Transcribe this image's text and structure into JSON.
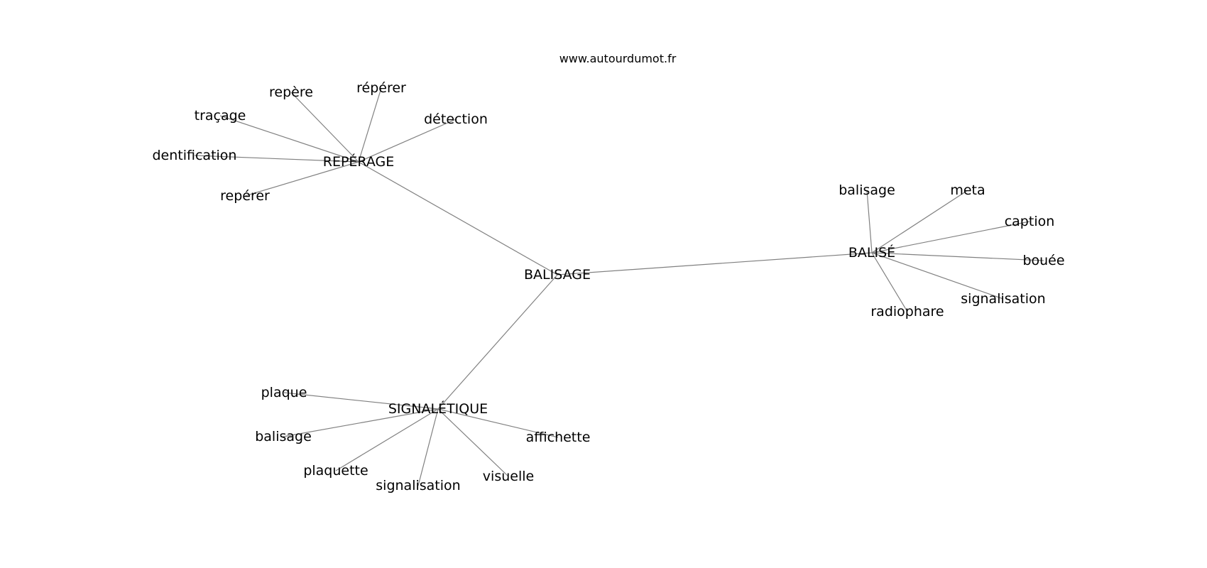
{
  "source": "www.autourdumot.fr",
  "colors": {
    "edge": "#808080",
    "text": "#000000",
    "background": "#ffffff"
  },
  "graph": {
    "center": "BALISAGE",
    "clusters": [
      {
        "hub": "REPÉRAGE",
        "leaves": [
          "repère",
          "répérer",
          "traçage",
          "détection",
          "dentification",
          "repérer"
        ]
      },
      {
        "hub": "BALISÉ",
        "leaves": [
          "balisage",
          "meta",
          "caption",
          "bouée",
          "signalisation",
          "radiophare"
        ]
      },
      {
        "hub": "SIGNALÉTIQUE",
        "leaves": [
          "plaque",
          "balisage",
          "affichette",
          "plaquette",
          "signalisation",
          "visuelle"
        ]
      }
    ]
  }
}
